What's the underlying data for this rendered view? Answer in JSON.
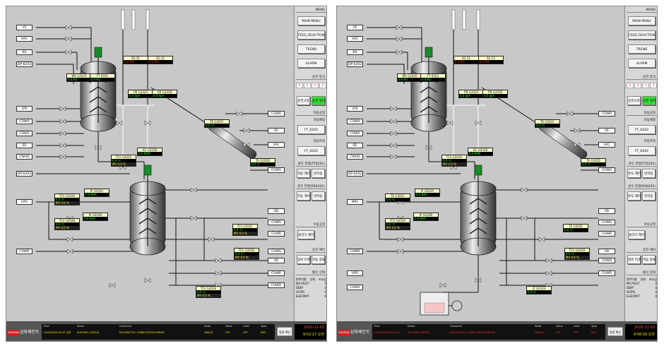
{
  "screens": [
    {
      "labels_left": [
        "VE",
        "VAC",
        "N2",
        "DP-6202",
        "LPS",
        "COWR",
        "COWS",
        "SD",
        "CWHD",
        "DP-6202",
        "HPS",
        "CHWR"
      ],
      "labels_right": [
        "COWR",
        "VE",
        "VAC",
        "COWS",
        "SD",
        "CHWS",
        "CHWR",
        "CHWS",
        "SD",
        "CHWR",
        "CHWD"
      ],
      "instruments": [
        {
          "tag": "WE G202A",
          "value": "0.0 KG",
          "mv": "",
          "red": false
        },
        {
          "tag": "FT 6202",
          "value": "0.0 KG",
          "mv": "",
          "red": false
        },
        {
          "tag": "SG 21",
          "value": "0.0 M3",
          "mv": "",
          "red": true
        },
        {
          "tag": "SG 22",
          "value": "0.0 M3",
          "mv": "",
          "red": true
        },
        {
          "tag": "FM G202A",
          "value": "0.0 Ipm",
          "mv": "",
          "red": false
        },
        {
          "tag": "FM G202B",
          "value": "0.0 Ipm",
          "mv": "",
          "red": false
        },
        {
          "tag": "TE G202C",
          "value": "0.0 ℃",
          "mv": "",
          "red": false
        },
        {
          "tag": "AG G202B",
          "value": "0.0 RPM",
          "mv": "",
          "red": false
        },
        {
          "tag": "TCV G202A",
          "value": "0.0 ℃",
          "mv": "MV 0.0 %",
          "red": false
        },
        {
          "tag": "TE G202D",
          "value": "0.0 ℃",
          "mv": "",
          "red": false
        },
        {
          "tag": "PI G202A",
          "value": "0.0 BAR",
          "mv": "",
          "red": false
        },
        {
          "tag": "TCV G202A",
          "value": "0.0 ℃",
          "mv": "MV 0.0 %",
          "red": false
        },
        {
          "tag": "TCV G202B",
          "value": "0.0 ℃",
          "mv": "MV 0.0 %",
          "red": false
        },
        {
          "tag": "PI G202B",
          "value": "0.0 BAR",
          "mv": "",
          "red": false
        },
        {
          "tag": "TCV G202C",
          "value": "0.0 ℃",
          "mv": "MV 0.0 %",
          "red": false
        },
        {
          "tag": "TCV G202D",
          "value": "0.0 ℃",
          "mv": "MV 0.0 %",
          "red": false
        },
        {
          "tag": "TCV G202E",
          "value": "0.0 ℃",
          "mv": "MV 0.0 %",
          "red": false
        }
      ],
      "menu": {
        "head": "MENU",
        "buttons": [
          "MAIN MENU",
          "FEED_REACTION",
          "TREND",
          "ALARM"
        ],
        "section_op": "운전 방식",
        "leds": [
          "0",
          "0",
          "℃",
          "0"
        ],
        "start_btn": "운전시작",
        "stop_btn": "운전 정지",
        "section_feed": "자동공정",
        "feed_select": "자동배정",
        "ft1": "FT_6202",
        "feed_target": "자동목적",
        "ft2": "FT_6202",
        "section_temp1": "온도 연결(FT6202)",
        "temp1_a": "자동 제어",
        "temp1_b": "반자동",
        "section_temp2": "온도 연결(RS6202)",
        "temp2_a": "자동 제어",
        "temp2_b": "반자동",
        "section_clean": "수동공정",
        "clean_btn": "돌리기 제어",
        "section_sys": "운전 제어",
        "sys_a": "장비 리셋",
        "sys_b": "자동 종료",
        "section_comm": "통신 상태",
        "comm_header": [
          "항목이름",
          "상태",
          "비교값"
        ],
        "comm_rows": [
          [
            "MS PILOT",
            "",
            "0"
          ],
          [
            "DDIP",
            "",
            "0"
          ],
          [
            "ACRYL",
            "",
            "0"
          ],
          [
            "ELECMAT",
            "",
            "0"
          ]
        ]
      },
      "footer": {
        "logo_mark": "SAMHWA",
        "logo_name": "삼화페인트",
        "headers": [
          "Time",
          "Name",
          "Comment",
          "State",
          "Value",
          "Limit",
          "Type"
        ],
        "alarm": [
          "11/03/2020 09:43 수면",
          "ELECMAT_STATUS",
          "ELECMAT PLC COMM STATUS ERROR",
          "UNACK",
          "OFF",
          "OFF",
          "DSC"
        ],
        "alarm_red": false,
        "ack": "알람 확인",
        "date": "2020-11-03",
        "time": "9:52:17 오전"
      }
    },
    {
      "labels_left": [
        "VE",
        "VAC",
        "N2",
        "DP-6202",
        "LPS",
        "COWR",
        "COWS",
        "SD",
        "CWHD",
        "DP-6202",
        "MPS",
        "CHWR",
        "HPS",
        "COWS"
      ],
      "labels_right": [
        "COWR",
        "VE",
        "VAC",
        "COWS",
        "SD",
        "CHWS",
        "CHWR",
        "SD",
        "CHWD",
        "CHWS"
      ],
      "instruments": [
        {
          "tag": "WE G202A",
          "value": "0.0 KG",
          "mv": "",
          "red": false
        },
        {
          "tag": "FT 6202",
          "value": "0.0 KG",
          "mv": "",
          "red": false
        },
        {
          "tag": "SG 21",
          "value": "0.0 M3",
          "mv": "",
          "red": true
        },
        {
          "tag": "SG 22",
          "value": "0.0 M3",
          "mv": "",
          "red": true
        },
        {
          "tag": "FM G202A",
          "value": "0.0 Ipm",
          "mv": "",
          "red": false
        },
        {
          "tag": "FM G202B",
          "value": "0.0 Ipm",
          "mv": "",
          "red": false
        },
        {
          "tag": "TE G202C",
          "value": "0.0 ℃",
          "mv": "",
          "red": false
        },
        {
          "tag": "AG G202B",
          "value": "0.0 RPM",
          "mv": "",
          "red": false
        },
        {
          "tag": "TCV G202A",
          "value": "0.0 ℃",
          "mv": "MV 0.0 %",
          "red": false
        },
        {
          "tag": "TE G202D",
          "value": "0.0 ℃",
          "mv": "",
          "red": false
        },
        {
          "tag": "PI G202A",
          "value": "0.0 BAR",
          "mv": "",
          "red": false
        },
        {
          "tag": "TE G202C",
          "value": "0.0 ℃",
          "mv": "",
          "red": false
        },
        {
          "tag": "TCV G202A",
          "value": "0.0 ℃",
          "mv": "MV 0.0 %",
          "red": false
        },
        {
          "tag": "PI G202B",
          "value": "0.0 BAR",
          "mv": "",
          "red": false
        },
        {
          "tag": "TE G202E",
          "value": "0.0 ℃",
          "mv": "",
          "red": false
        },
        {
          "tag": "TCV G202D",
          "value": "0.0 ℃",
          "mv": "MV 0.0 %",
          "red": false
        },
        {
          "tag": "LT G202A",
          "value": "0.0 %",
          "mv": "",
          "red": false
        }
      ],
      "menu": {
        "head": "MENU",
        "buttons": [
          "MAIN MENU",
          "FEED_REACTION",
          "TREND",
          "ALARM"
        ],
        "section_op": "운전 방식",
        "leds": [
          "0",
          "0",
          "℃",
          "0"
        ],
        "start_btn": "운전시작",
        "stop_btn": "운전 정지",
        "section_feed": "자동공정",
        "feed_select": "자동배정",
        "ft1": "FT_6202",
        "feed_target": "자동목적",
        "ft2": "FT_6202",
        "section_temp1": "온도 연결(FT6202)",
        "temp1_a": "온도 제어",
        "temp1_b": "반자동",
        "section_temp2": "온도 연결(RS6202)",
        "temp2_a": "온도 제어",
        "temp2_b": "반자동",
        "section_clean": "수동공정",
        "clean_btn": "돌리기 제어",
        "section_sys": "운전 제어",
        "sys_a": "장비 리셋",
        "sys_b": "자동 종료",
        "section_comm": "통신 상태",
        "comm_header": [
          "항목이름",
          "상태",
          "비교값"
        ],
        "comm_rows": [
          [
            "MS PILOT",
            "",
            "0"
          ],
          [
            "DDIP",
            "",
            "0"
          ],
          [
            "ACRYL",
            "",
            "0"
          ],
          [
            "ELECMAT",
            "",
            "0"
          ]
        ]
      },
      "footer": {
        "logo_mark": "SAMHWA",
        "logo_name": "삼화페인트",
        "headers": [
          "Time",
          "Name",
          "Comment",
          "State",
          "Value",
          "Limit",
          "Type"
        ],
        "alarm": [
          "11/03/2020 09:51:17",
          "ELECMAT_STATUS",
          "ELECMAT PLC COMM STATUS ERROR",
          "UNACK",
          "OFF",
          "OFF",
          "DSC"
        ],
        "alarm_red": true,
        "ack": "알람 확인",
        "date": "2020-11-03",
        "time": "9:56:50 오전"
      }
    }
  ]
}
